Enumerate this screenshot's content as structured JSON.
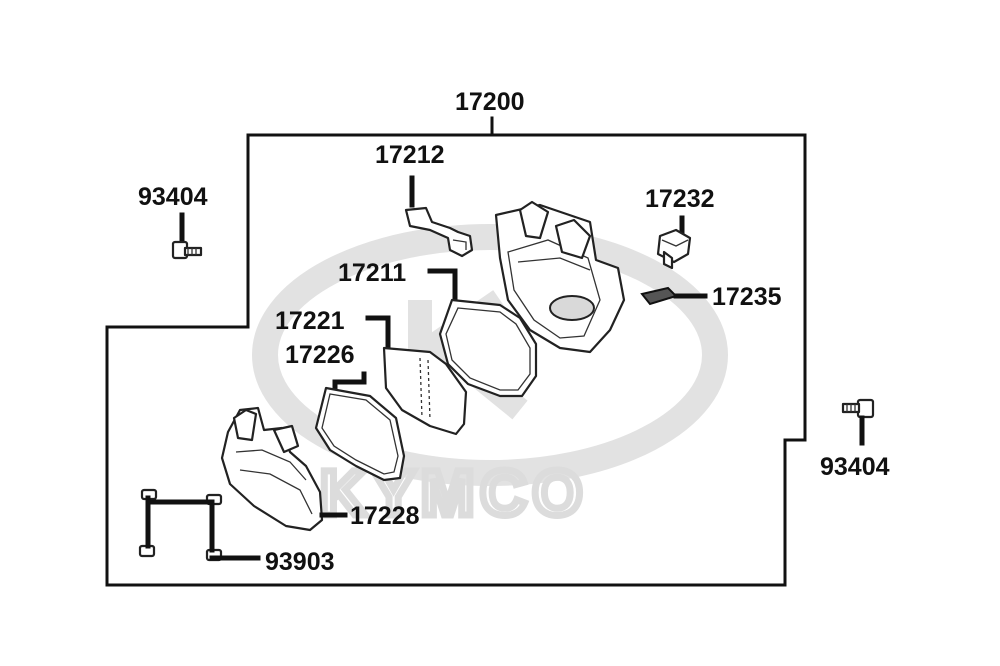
{
  "watermark": "KYMCO",
  "labels": {
    "assembly": "17200",
    "bolt_left": "93404",
    "bolt_right": "93404",
    "bracket": "17212",
    "mirror_glass": "17211",
    "glass_back": "17221",
    "gasket": "17226",
    "cover": "17228",
    "screws": "93903",
    "adjuster": "17232",
    "clip": "17235"
  },
  "colors": {
    "line": "#111111",
    "watermark": "#dcdcdc",
    "background": "#ffffff"
  }
}
